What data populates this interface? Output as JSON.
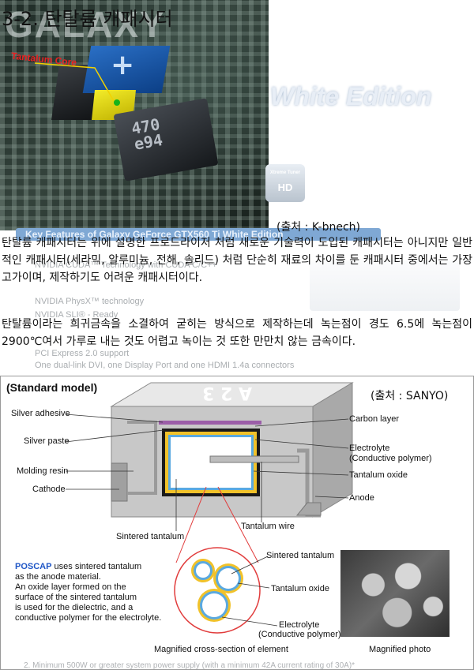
{
  "title": "3-2. 탄탈륨 캐패시터",
  "banner": {
    "brand": "GALAXY",
    "edition": "White Edition",
    "callout": "Tantalum Core",
    "cap_marking": [
      "470",
      "e94"
    ],
    "tuner_badge": [
      "Xtreme Tuner",
      "HD"
    ],
    "features_title": "Key Features of Galaxy GeForce GTX560 Ti White Edition",
    "source": "(출처 : K-bnech)"
  },
  "ghost_features": [
    "NVIDIA CUDA™ Technology with CUDA C/C++",
    "NVIDIA PhysX™ technology",
    "NVIDIA SLI® - Ready",
    "PCI Express 2.0 support",
    "One dual-link DVI, one Display Port and one HDMI 1.4a connectors"
  ],
  "paragraphs": [
    "탄탈륨 캐패시터는 위에 설명한 프로드라이저 처럼 새로운 기술력이 도입된 캐패시터는 아니지만 일반적인 캐패시터(세라믹, 알루미늄, 전해, 솔리드) 처럼 단순히 재료의 차이를 둔 캐패시터 중에서는 가장 고가이며, 제작하기도 어려운 캐패시터이다.",
    "탄탈륨이라는 희귀금속을 소결하여 굳히는 방식으로 제작하는데 녹는점이 경도 6.5에 녹는점이 2900℃여서 가루로 내는 것도 어렵고 녹이는 것 또한 만만치 않는 금속이다."
  ],
  "diagram": {
    "heading": "(Standard model)",
    "source": "(출처 : SANYO)",
    "case_marking": "A 2 3",
    "left_labels": [
      "Silver adhesive",
      "Silver paste",
      "Molding resin",
      "Cathode"
    ],
    "right_labels": [
      "Carbon layer",
      "Electrolyte",
      "(Conductive polymer)",
      "Tantalum oxide",
      "Anode"
    ],
    "bottom_labels": [
      "Sintered tantalum",
      "Tantalum wire"
    ],
    "zoom_labels": [
      "Sintered tantalum",
      "Tantalum oxide",
      "Electrolyte",
      "(Conductive polymer)"
    ],
    "poscap": {
      "name": "POSCAP",
      "lines": [
        " uses sintered tantalum",
        "as the anode material.",
        "An oxide layer formed on the",
        "surface of the sintered tantalum",
        "is used for the dielectric, and a",
        "conductive polymer for the electrolyte."
      ]
    },
    "captions": [
      "Magnified cross-section of element",
      "Magnified photo"
    ]
  },
  "footer_ghost": "2. Minimum 500W or greater system power supply (with a minimum 42A current rating of 30A)*",
  "colors": {
    "poscap_blue": "#1f56c6",
    "electrolyte_yellow": "#f1c22a",
    "oxide_blue": "#5aa9e0",
    "carbon_black": "#1a1a1a",
    "silver_adhesive": "#9b5ea8",
    "case_gray": "#c8c8c8"
  }
}
